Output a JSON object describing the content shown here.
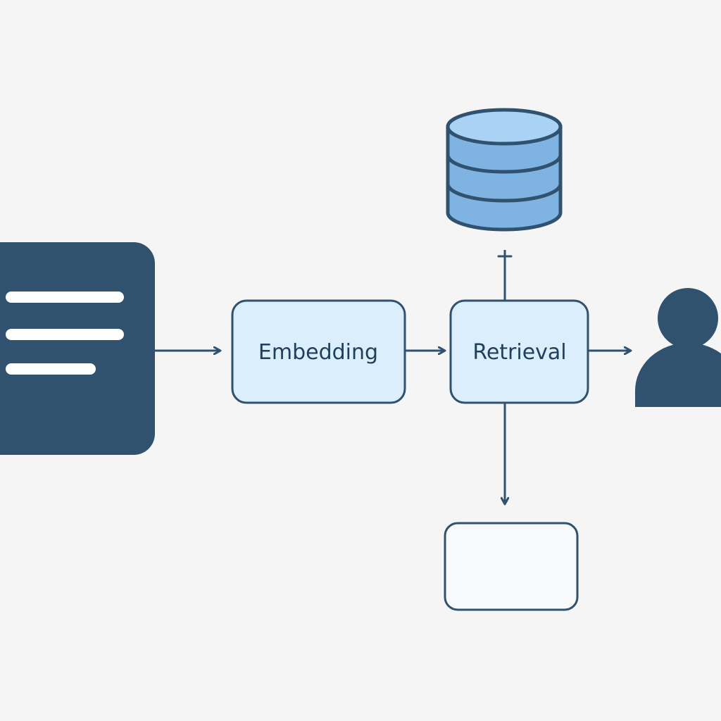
{
  "nodes": {
    "embedding": {
      "label": "Embedding"
    },
    "retrieval": {
      "label": "Retrieval"
    }
  },
  "icons": {
    "source": "document-icon",
    "store": "database-icon",
    "user": "user-icon",
    "output": "blank-box"
  },
  "colors": {
    "background": "#f5f5f5",
    "dark": "#30526f",
    "box_fill": "#daeefb",
    "db_fill": "#7fb3e2",
    "db_top": "#a9d2f4",
    "white": "#ffffff"
  }
}
